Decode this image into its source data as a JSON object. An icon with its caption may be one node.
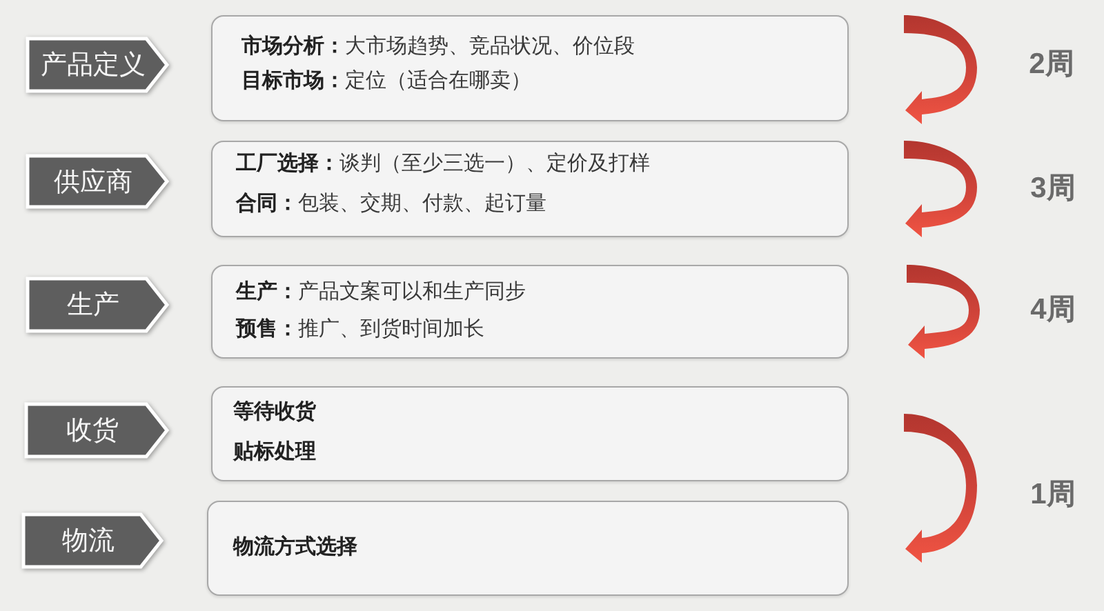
{
  "diagram": {
    "nodes": [
      {
        "text": [
          "产品定义"
        ]
      },
      {
        "text": [
          "**市场分析：**大市场趋势、竞品状况、价位段",
          "**目标市场：**定位（适合在哪卖）"
        ]
      },
      {
        "text": [
          "供应商"
        ]
      },
      {
        "text": [
          "**工厂选择：**谈判（至少三选一）、定价及打样",
          "**合同：**包装、交期、付款、起订量"
        ]
      },
      {
        "text": [
          "生产"
        ]
      },
      {
        "text": [
          "**生产：**产品文案可以和生产同步",
          "**预售：**推广、到货时间加长"
        ]
      },
      {
        "text": [
          "收货"
        ]
      },
      {
        "text": [
          "等待收货",
          "贴标处理"
        ]
      },
      {
        "text": [
          "物流"
        ]
      },
      {
        "text": [
          "物流方式选择"
        ]
      }
    ],
    "labels": [
      "2周",
      "3周",
      "4周",
      "1周"
    ]
  }
}
